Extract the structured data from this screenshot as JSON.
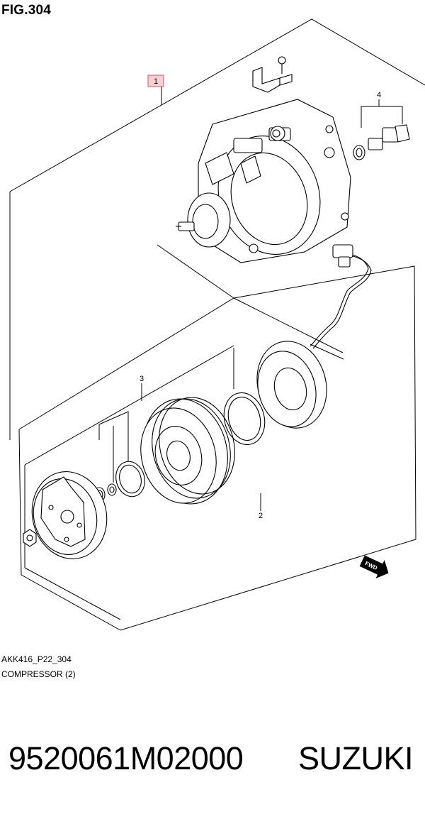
{
  "figure": {
    "title": "FIG.304",
    "callouts": {
      "c1": "1",
      "c2": "2",
      "c3": "3",
      "c4": "4"
    },
    "fwd_label": "FWD",
    "code": "AKK416_P22_304",
    "caption": "COMPRESSOR (2)"
  },
  "product": {
    "part_number": "9520061M02000",
    "brand": "SUZUKI"
  },
  "colors": {
    "line": "#000000",
    "callout_box_fill": "#f6d0d4",
    "callout_box_stroke": "#d9535f",
    "background": "#ffffff"
  }
}
